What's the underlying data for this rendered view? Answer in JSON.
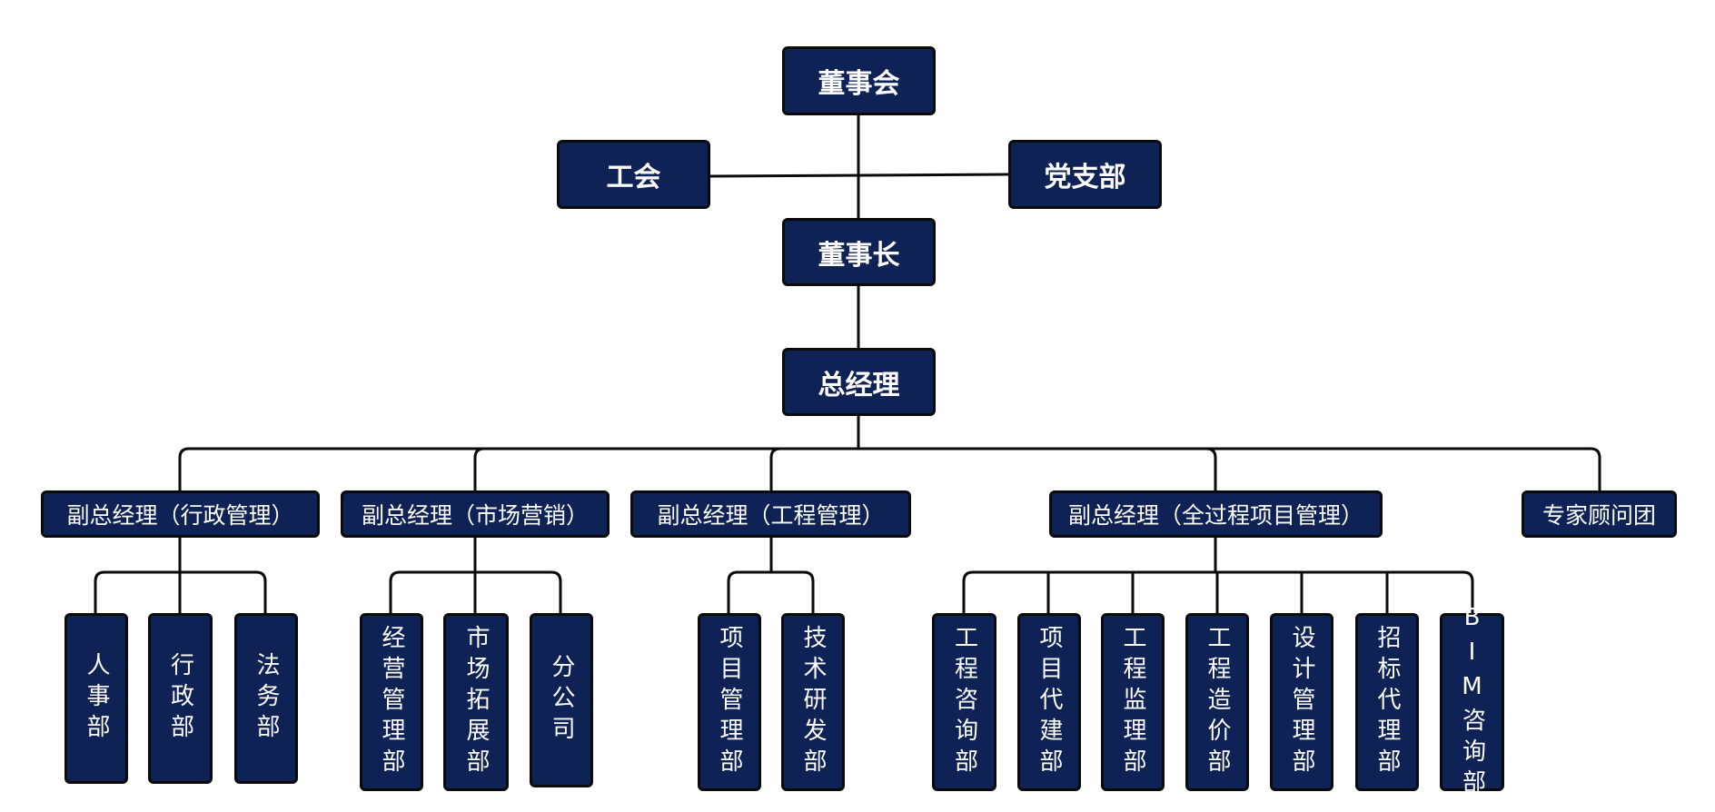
{
  "colors": {
    "node_fill": "#0f2255",
    "node_border": "#0a0a0a",
    "text": "#ffffff",
    "line": "#0a0a0a"
  },
  "nodes": {
    "board": "董事会",
    "union": "工会",
    "party_branch": "党支部",
    "chairman": "董事长",
    "general_manager": "总经理",
    "vp_admin": "副总经理（行政管理）",
    "vp_marketing": "副总经理（市场营销）",
    "vp_engineering": "副总经理（工程管理）",
    "vp_project": "副总经理（全过程项目管理）",
    "expert_panel": "专家顾问团",
    "hr_dept": "人事部",
    "admin_dept": "行政部",
    "legal_dept": "法务部",
    "business_mgmt_dept": "经营管理部",
    "market_dev_dept": "市场拓展部",
    "branch_company": "分公司",
    "project_mgmt_dept": "项目管理部",
    "tech_rd_dept": "技术研发部",
    "eng_consult_dept": "工程咨询部",
    "project_agent_dept": "项目代建部",
    "eng_supervision_dept": "工程监理部",
    "eng_cost_dept": "工程造价部",
    "design_mgmt_dept": "设计管理部",
    "bidding_agent_dept": "招标代理部",
    "bim_consult_dept": "BIM咨询部"
  }
}
